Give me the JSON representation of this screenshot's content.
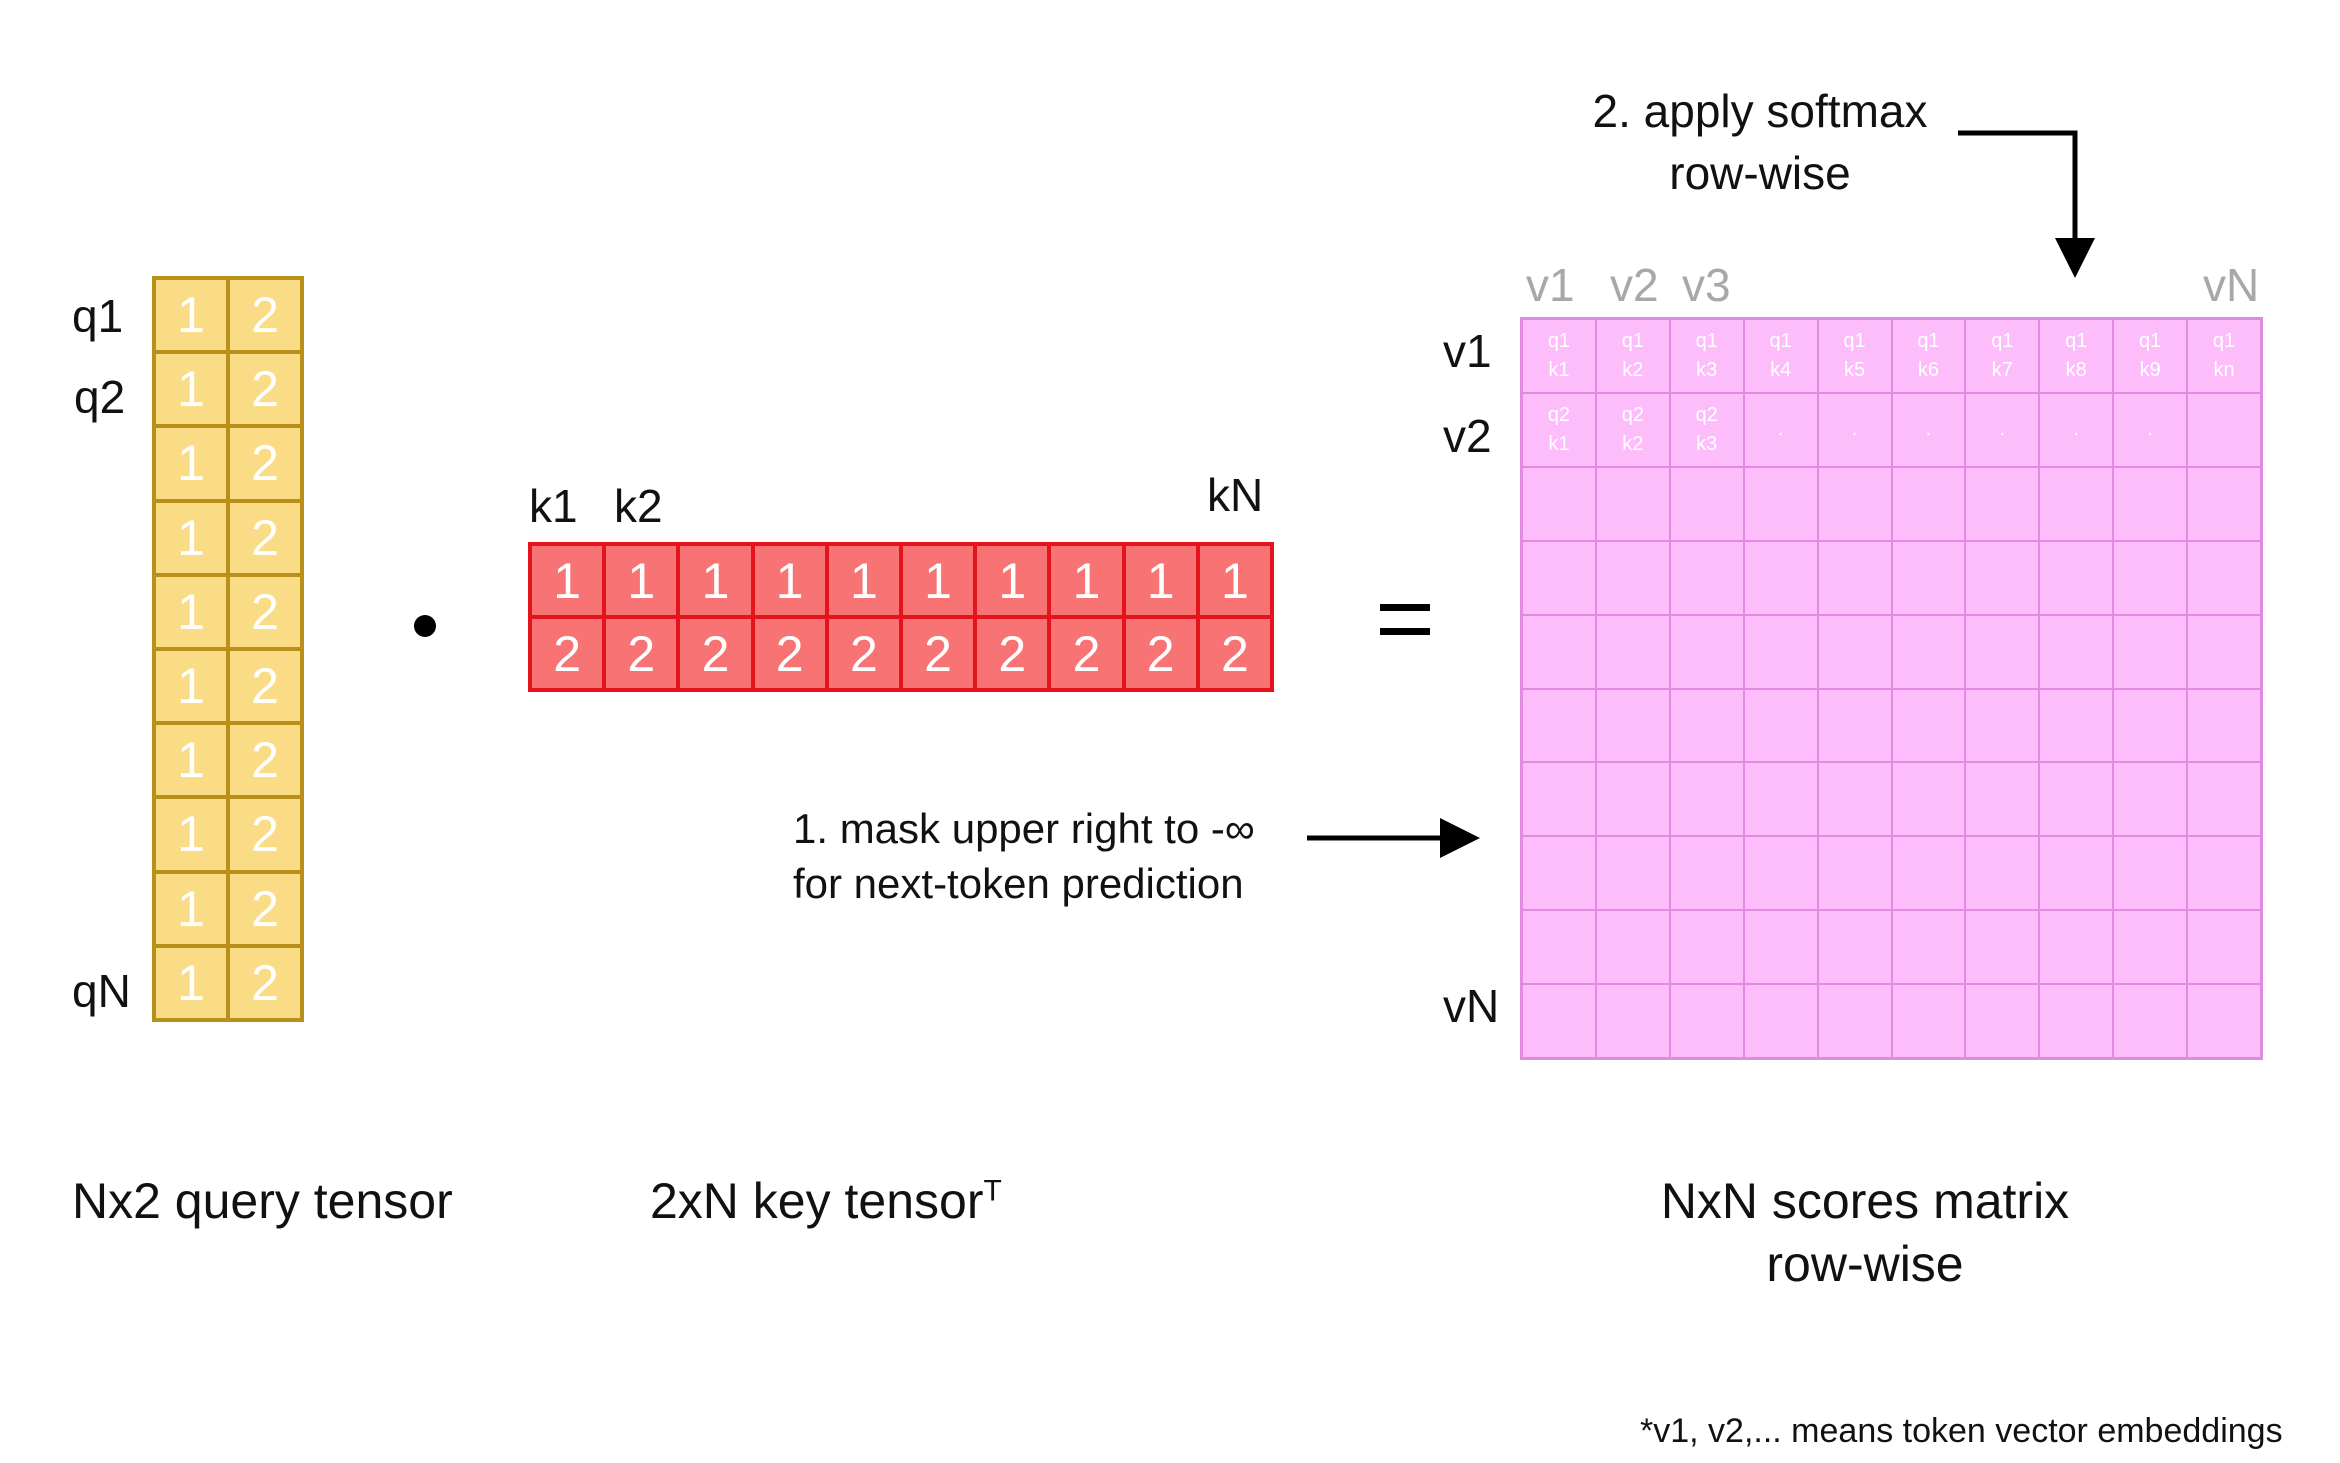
{
  "query": {
    "row_labels": {
      "first": "q1",
      "second": "q2",
      "last": "qN"
    },
    "rows": [
      [
        "1",
        "2"
      ],
      [
        "1",
        "2"
      ],
      [
        "1",
        "2"
      ],
      [
        "1",
        "2"
      ],
      [
        "1",
        "2"
      ],
      [
        "1",
        "2"
      ],
      [
        "1",
        "2"
      ],
      [
        "1",
        "2"
      ],
      [
        "1",
        "2"
      ],
      [
        "1",
        "2"
      ]
    ],
    "caption": "Nx2 query tensor",
    "fill": "#fbdc86",
    "stroke": "#b8901a"
  },
  "key": {
    "col_labels": {
      "first": "k1",
      "second": "k2",
      "last": "kN"
    },
    "rows": [
      [
        "1",
        "1",
        "1",
        "1",
        "1",
        "1",
        "1",
        "1",
        "1",
        "1"
      ],
      [
        "2",
        "2",
        "2",
        "2",
        "2",
        "2",
        "2",
        "2",
        "2",
        "2"
      ]
    ],
    "caption": "2xN key tensor",
    "caption_sup": "T",
    "fill": "#f87474",
    "stroke": "#e4141c"
  },
  "operators": {
    "dot": "•",
    "equals": "="
  },
  "scores": {
    "col_labels": {
      "c1": "v1",
      "c2": "v2",
      "c3": "v3",
      "last": "vN"
    },
    "row_labels": {
      "first": "v1",
      "second": "v2",
      "last": "vN"
    },
    "row1": [
      [
        "q1",
        "k1"
      ],
      [
        "q1",
        "k2"
      ],
      [
        "q1",
        "k3"
      ],
      [
        "q1",
        "k4"
      ],
      [
        "q1",
        "k5"
      ],
      [
        "q1",
        "k6"
      ],
      [
        "q1",
        "k7"
      ],
      [
        "q1",
        "k8"
      ],
      [
        "q1",
        "k9"
      ],
      [
        "q1",
        "kn"
      ]
    ],
    "row2": [
      [
        "q2",
        "k1"
      ],
      [
        "q2",
        "k2"
      ],
      [
        "q2",
        "k3"
      ]
    ],
    "row2_fill": ".",
    "caption_line1": "NxN scores matrix",
    "caption_line2": "row-wise",
    "fill": "#fdbdfb",
    "stroke": "#e08ae0"
  },
  "annotations": {
    "softmax_line1": "2. apply softmax",
    "softmax_line2": "row-wise",
    "mask_line1": "1. mask upper right to -∞",
    "mask_line2": "for next-token prediction"
  },
  "footnote": "*v1, v2,... means token vector embeddings"
}
